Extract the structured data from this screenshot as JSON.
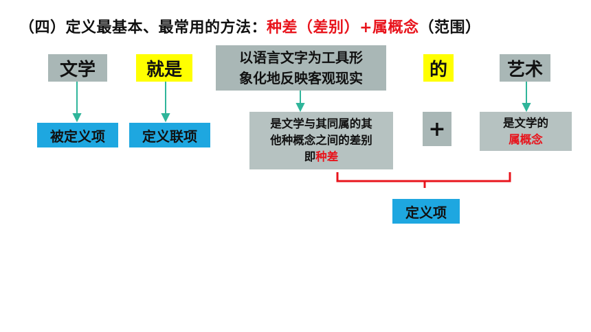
{
  "title": {
    "prefix": "（四）定义最基本、最常用的方法：",
    "genus_diff": "种差",
    "open1": "（",
    "diff_label": "差别",
    "close1": "）+",
    "genus": "属概念",
    "open2": "（",
    "scope_label": "范围",
    "close2": "）"
  },
  "row1": {
    "term": "文学",
    "connector": "就是",
    "desc_line1": "以语言文字为工具形",
    "desc_line2": "象化地反映客观现实",
    "particle": "的",
    "category": "艺术"
  },
  "row2": {
    "term_label": "被定义项",
    "connector_label": "定义联项",
    "diff_line1": "是文学与其同属的其",
    "diff_line2": "他种概念之间的差别",
    "diff_line3_prefix": "即",
    "diff_line3_red": "种差",
    "plus": "+",
    "genus_line1": "是文学的",
    "genus_line2": "属概念"
  },
  "bracket_label": "定义项",
  "colors": {
    "gray": "#a9b7b6",
    "yellow": "#ffff00",
    "blue": "#1ea7e0",
    "red": "#e8141c",
    "arrow": "#2fb59a"
  }
}
